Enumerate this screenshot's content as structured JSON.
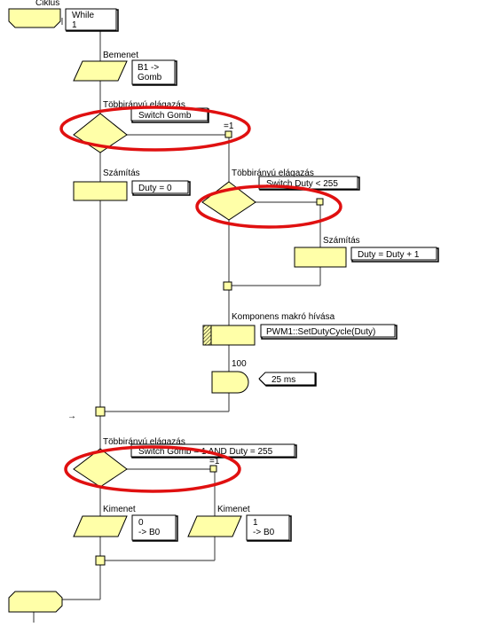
{
  "loop": {
    "label": "Ciklus",
    "condition": "While\n1"
  },
  "input1": {
    "label": "Bemenet",
    "text": "B1 ->\nGomb"
  },
  "decision1": {
    "label": "Többirányú elágazás",
    "condition": "Switch Gomb",
    "branch": "=1"
  },
  "calc1": {
    "label": "Számítás",
    "text": "Duty = 0"
  },
  "decision2": {
    "label": "Többirányú elágazás",
    "condition": "Switch Duty < 255"
  },
  "calc2": {
    "label": "Számítás",
    "text": "Duty = Duty + 1"
  },
  "macro": {
    "label": "Komponens makró hívása",
    "text": "PWM1::SetDutyCycle(Duty)"
  },
  "delay": {
    "label": "100",
    "text": "25 ms"
  },
  "decision3": {
    "label": "Többirányú elágazás",
    "condition": "Switch Gomb = 1 AND Duty = 255",
    "branch": "=1"
  },
  "output1": {
    "label": "Kimenet",
    "text": "0\n-> B0"
  },
  "output2": {
    "label": "Kimenet",
    "text": "1\n-> B0"
  },
  "stray_mark": "→",
  "colors": {
    "shape_fill": "#ffffa8",
    "highlight_ring": "#e01010"
  }
}
